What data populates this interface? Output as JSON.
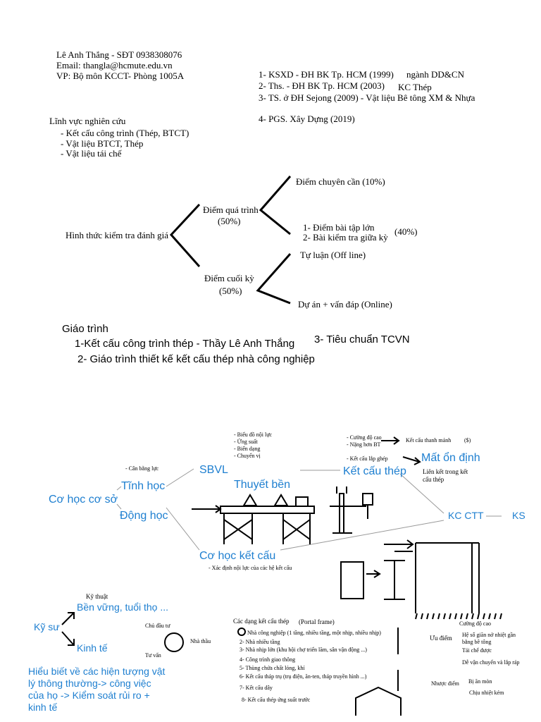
{
  "header": {
    "name_phone": "Lê Anh Thắng - SĐT 0938308076",
    "email": "Email: thangla@hcmute.edu.vn",
    "office": "VP: Bộ môn KCCT- Phòng 1005A"
  },
  "degrees": [
    "1- KSXD - ĐH BK Tp. HCM (1999)",
    "2- Ths. - ĐH BK Tp. HCM (2003)",
    "3- TS. ở ĐH Sejong (2009) - Vật liệu Bê tông XM & Nhựa",
    "4- PGS. Xây Dựng (2019)"
  ],
  "degree_notes": {
    "d1": "ngành DD&CN",
    "d2": "KC Thép"
  },
  "research": {
    "title": "Lĩnh vực nghiên cứu",
    "items": [
      "- Kết cấu công trình (Thép, BTCT)",
      "- Vật liệu BTCT, Thép",
      "- Vật liệu tái chế"
    ]
  },
  "assessment": {
    "root": "Hình thức kiểm tra đánh giá",
    "process_label": "Điểm quá trình",
    "process_pct": "(50%)",
    "attendance": "Điểm chuyên cần (10%)",
    "assign1": "1- Điểm bài tập lớn",
    "assign2": "2- Bài kiểm tra giữa kỳ",
    "assign_pct": "(40%)",
    "final_label": "Điểm cuối kỳ",
    "final_pct": "(50%)",
    "offline": "Tự luận (Off line)",
    "online": "Dự án + vấn đáp (Online)"
  },
  "textbooks": {
    "title": "Giáo trình",
    "b1": "1-Kết cấu công trình thép - Thầy Lê Anh Thắng",
    "b2": "2- Giáo trình thiết kế kết cấu thép nhà công nghiệp",
    "b3": "3- Tiêu chuẩn TCVN"
  },
  "mech": {
    "co_hoc_co_so": "Cơ học cơ sở",
    "tinh_hoc": "Tĩnh học",
    "can_bang": "- Cân bằng lực",
    "dong_hoc": "Động học",
    "sbvl": "SBVL",
    "sbvl_notes": [
      "- Biểu đồ nội lực",
      "- Ứng suất",
      "- Biến dạng",
      "- Chuyển vị"
    ],
    "thuyet_ben": "Thuyết bền",
    "co_hoc_ket_cau": "Cơ học kết cấu",
    "chkc_note": "- Xác định nội lực của các hệ kết cấu",
    "ket_cau_thep": "Kết cấu thép",
    "kct_notes": [
      "- Cường độ cao",
      "- Nặng hơn BT"
    ],
    "thanh_manh": "Kết cấu thanh mảnh",
    "dollar": "($)",
    "lap_ghep": "- Kết cấu lắp ghép",
    "mat_on_dinh": "Mất ổn định",
    "lien_ket": [
      "Liên kết trong kết",
      "cấu thép"
    ],
    "kc_ctt": "KC CTT",
    "ks": "KS"
  },
  "engineer": {
    "ky_su": "Kỹ sư",
    "ky_thuat": "Kỹ thuật",
    "ben_vung": "Bền vững, tuổi thọ ...",
    "kinh_te": "Kinh tế",
    "chu_dau_tu": "Chủ đầu tư",
    "nha_thau": "Nhà thầu",
    "tu_van": "Tư vấn",
    "hieu_biet": [
      "Hiểu biết về các hiện tượng vật",
      "lý thông thường-> công việc",
      "của họ -> Kiểm soát rủi ro +",
      "kinh tế"
    ]
  },
  "forms": {
    "title": "Các dạng kết cấu thép",
    "portal": "(Portal frame)",
    "items": [
      "Nhà công nghiệp (1 tầng, nhiều tầng, một nhịp, nhiều nhịp)",
      "2- Nhà nhiều tầng",
      "3- Nhà nhịp lớn (khu hội chợ triển lãm, sân vận động ...)",
      "4- Công trình giao thông",
      "5- Thùng chứa chất lỏng, khí",
      "6- Kết cấu tháp trụ (trụ điện, ăn-ten, tháp truyền hình ...)",
      "7- Kết cấu dây",
      "8- Kết cấu thép ứng suất trước"
    ],
    "uu_diem": "Ưu điểm",
    "cuong_do_cao": "Cường độ cao",
    "he_so": [
      "Hệ số giãn nở nhiệt gần",
      "bằng bê tông"
    ],
    "tai_che": "Tái chế được",
    "de_van_chuyen": "Dễ vận chuyển và lắp ráp",
    "nhuoc_diem": "Nhược điểm",
    "bi_an_mon": "Bị ăn mòn",
    "chiu_nhiet": "Chịu nhiệt kém"
  }
}
